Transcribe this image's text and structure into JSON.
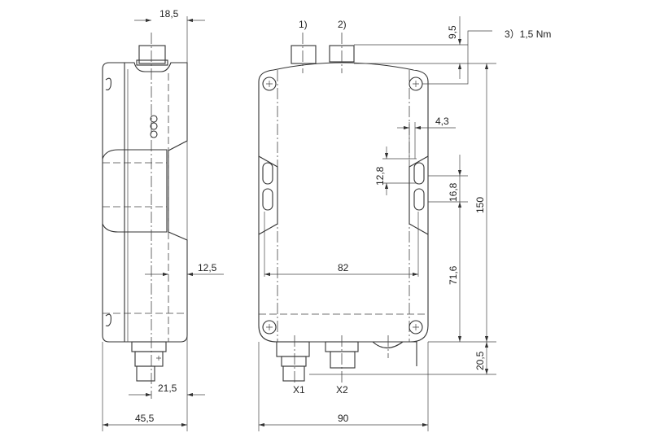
{
  "side_view": {
    "dim_connector_offset": "18,5",
    "dim_recess": "12,5",
    "dim_bottom_connector": "21,5",
    "dim_depth": "45,5"
  },
  "front_view": {
    "note_1": "1)",
    "note_2": "2)",
    "note_3": "3）1,5 Nm",
    "dim_top_connector": "9,5",
    "dim_height": "150",
    "dim_slot_offset": "4,3",
    "dim_slot_length": "12,8",
    "dim_slot_pitch": "16,8",
    "dim_slot_to_bottom": "71,6",
    "dim_hole_spacing": "82",
    "dim_bottom_connector": "20,5",
    "dim_width": "90",
    "connector_x1": "X1",
    "connector_x2": "X2"
  }
}
